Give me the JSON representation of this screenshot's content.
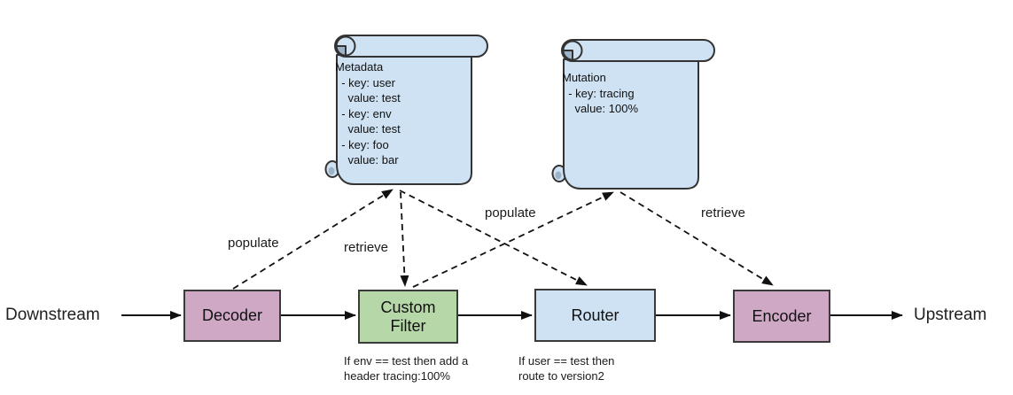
{
  "flow": {
    "downstream_label": "Downstream",
    "upstream_label": "Upstream",
    "nodes": [
      {
        "id": "decoder",
        "label": "Decoder"
      },
      {
        "id": "custom_filter",
        "label": "Custom Filter"
      },
      {
        "id": "router",
        "label": "Router"
      },
      {
        "id": "encoder",
        "label": "Encoder"
      }
    ]
  },
  "scrolls": [
    {
      "name": "metadata",
      "lines": [
        "Metadata",
        "  - key: user",
        "    value: test",
        "  - key: env",
        "    value: test",
        "  - key: foo",
        "    value: bar"
      ]
    },
    {
      "name": "mutation",
      "lines": [
        "Mutation",
        "  - key: tracing",
        "    value: 100%"
      ]
    }
  ],
  "edge_labels": [
    {
      "id": "populate_left",
      "text": "populate"
    },
    {
      "id": "retrieve_left",
      "text": "retrieve"
    },
    {
      "id": "populate_right",
      "text": "populate"
    },
    {
      "id": "retrieve_right",
      "text": "retrieve"
    }
  ],
  "captions": [
    {
      "lines": [
        "If env == test then add a",
        "header tracing:100%"
      ]
    },
    {
      "lines": [
        "If user == test then",
        "route to version2"
      ]
    }
  ],
  "colors": {
    "node_pink": "#cfa8c6",
    "node_green": "#b6d7a8",
    "node_blue": "#cfe2f3",
    "scroll_fill": "#cfe2f3",
    "scroll_shade": "#9fb3c8",
    "stroke": "#1a1a1a",
    "background": "#ffffff"
  }
}
